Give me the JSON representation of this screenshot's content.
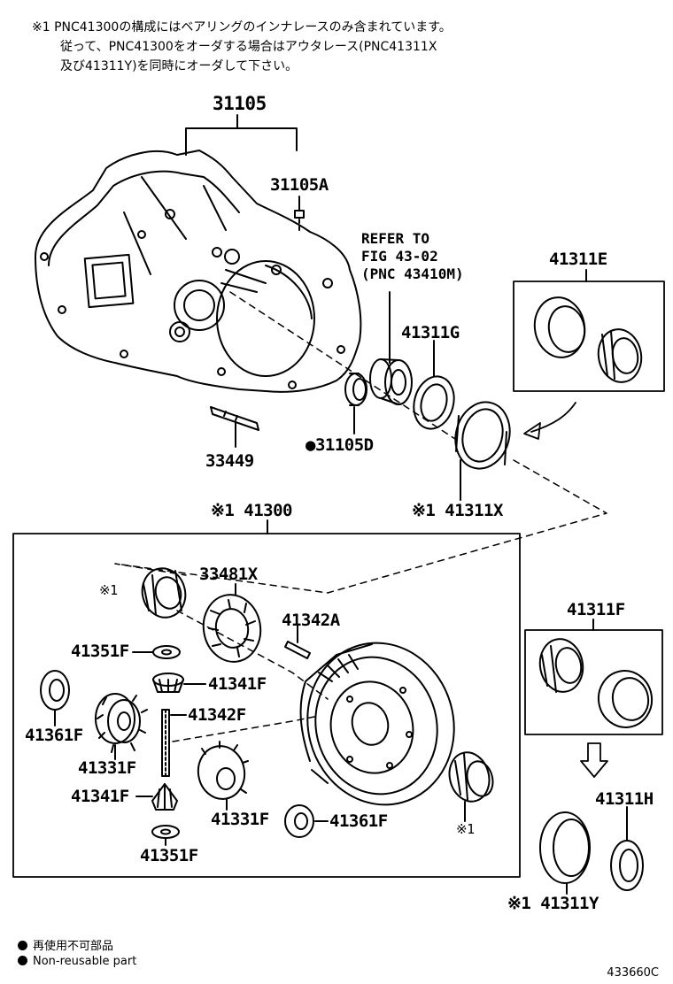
{
  "note": {
    "line1": "※1 PNC41300の構成にはベアリングのインナレースのみ含まれています。",
    "line2": "従って、PNC41300をオーダする場合はアウタレース(PNC41311X",
    "line3": "及び41311Y)を同時にオーダして下さい。"
  },
  "labels": {
    "p31105": "31105",
    "p31105A": "31105A",
    "p31105D": "●31105D",
    "p33449": "33449",
    "p41311E": "41311E",
    "p41311G": "41311G",
    "p41311X": "※1 41311X",
    "p41300": "※1 41300",
    "p33481X": "33481X",
    "p41342A": "41342A",
    "p41351F_top": "41351F",
    "p41341F_top": "41341F",
    "p41342F": "41342F",
    "p41361F_left": "41361F",
    "p41331F_left": "41331F",
    "p41341F_bottom": "41341F",
    "p41331F_bottom": "41331F",
    "p41361F_right": "41361F",
    "p41351F_bottom": "41351F",
    "p41311F": "41311F",
    "p41311H": "41311H",
    "p41311Y": "※1 41311Y",
    "mark1_top": "※1",
    "mark1_bottom": "※1"
  },
  "refer": {
    "line1": "REFER TO",
    "line2": "FIG 43-02",
    "line3": "(PNC 43410M)"
  },
  "legend": {
    "item1": "再使用不可部品",
    "item2": "Non-reusable part"
  },
  "figure_id": "433660C"
}
